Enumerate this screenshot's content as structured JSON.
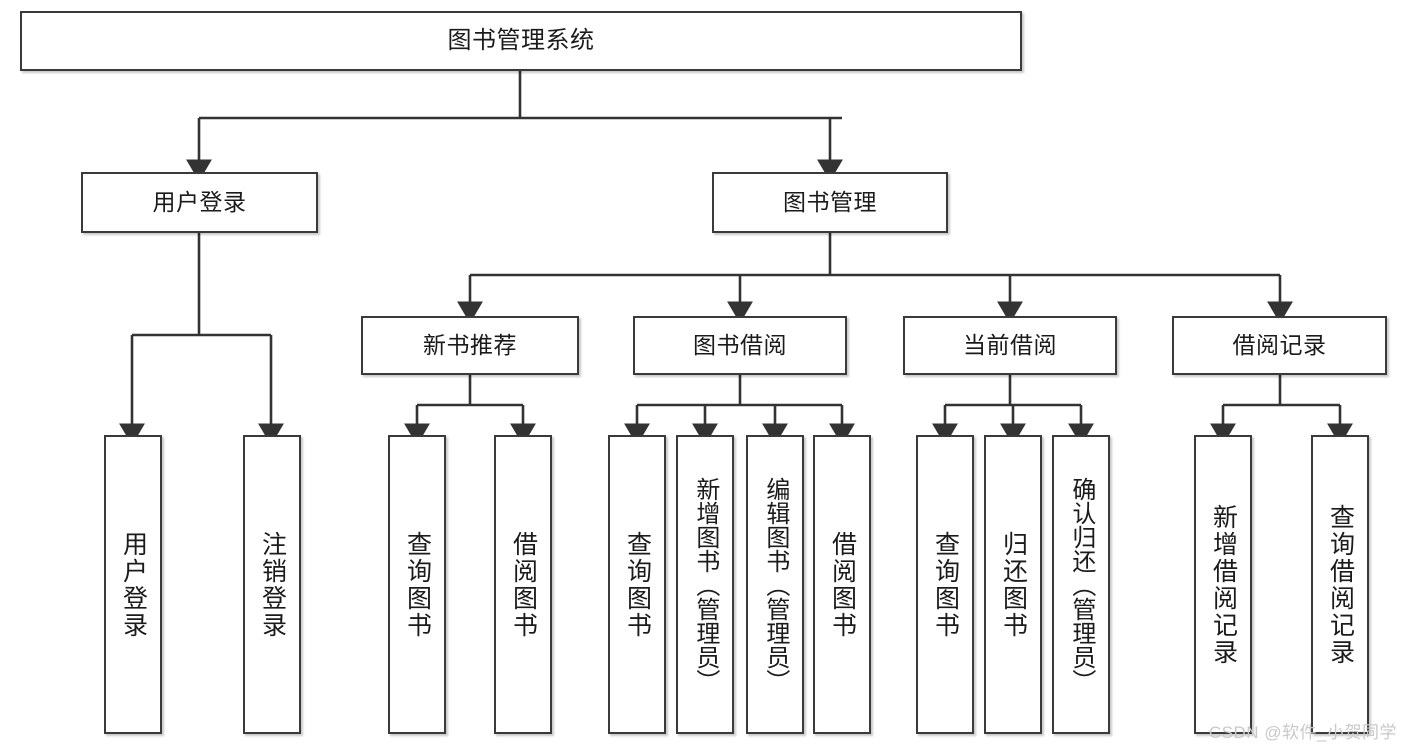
{
  "diagram": {
    "title": "图书管理系统",
    "type": "功能结构图",
    "root": {
      "label": "图书管理系统"
    },
    "level2": [
      {
        "label": "用户登录"
      },
      {
        "label": "图书管理"
      }
    ],
    "level3": [
      {
        "label": "新书推荐"
      },
      {
        "label": "图书借阅"
      },
      {
        "label": "当前借阅"
      },
      {
        "label": "借阅记录"
      }
    ],
    "leaves": {
      "user_login": [
        {
          "label": "用户登录"
        },
        {
          "label": "注销登录"
        }
      ],
      "new_book_recommend": [
        {
          "label": "查询图书"
        },
        {
          "label": "借阅图书"
        }
      ],
      "book_borrow": [
        {
          "label": "查询图书"
        },
        {
          "label": "新增图书（管理员）"
        },
        {
          "label": "编辑图书（管理员）"
        },
        {
          "label": "借阅图书"
        }
      ],
      "current_borrow": [
        {
          "label": "查询图书"
        },
        {
          "label": "归还图书"
        },
        {
          "label": "确认归还（管理员）"
        }
      ],
      "borrow_record": [
        {
          "label": "新增借阅记录"
        },
        {
          "label": "查询借阅记录"
        }
      ]
    }
  },
  "watermark": {
    "text": "CSDN @软件_小贺同学"
  },
  "colors": {
    "box_border": "#3a3a3a",
    "box_fill": "#ffffff",
    "line": "#333333",
    "text": "#1b1b1b",
    "watermark": "#c9c9c9",
    "background": "#ffffff"
  }
}
